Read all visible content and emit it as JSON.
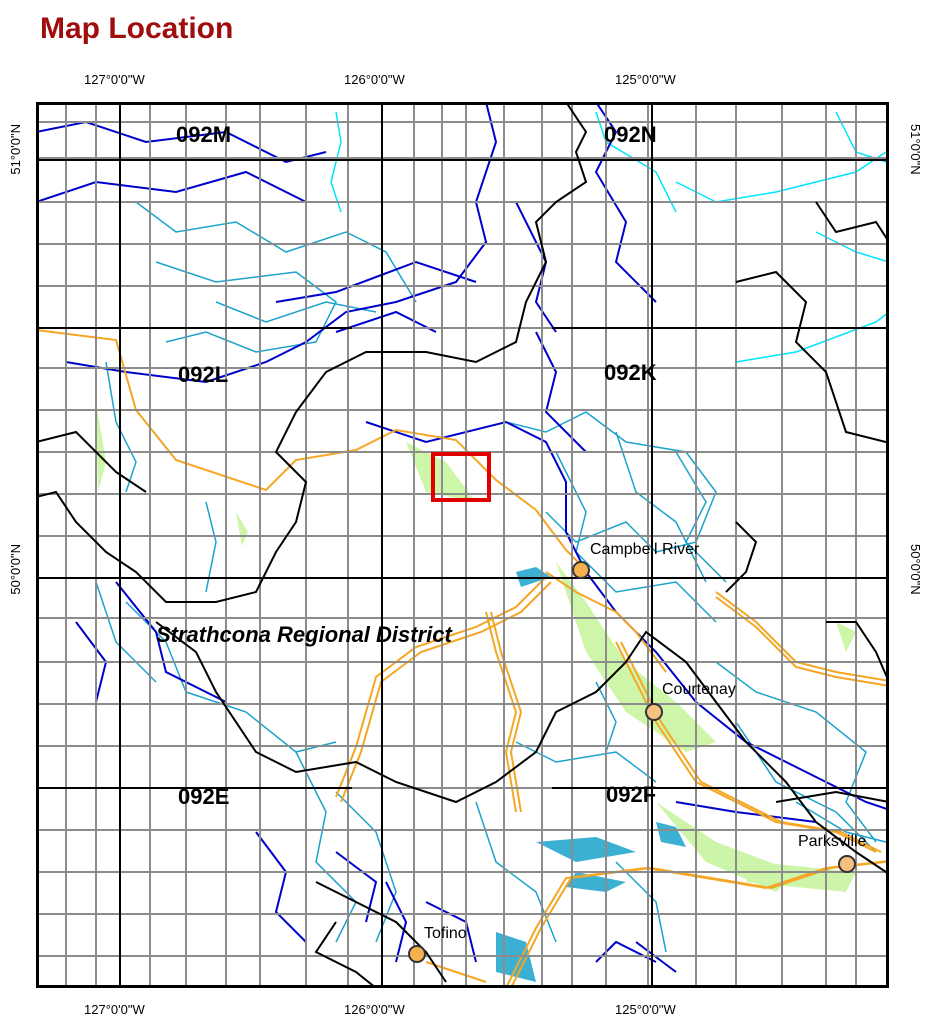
{
  "title": "Map Location",
  "graticule": {
    "top_labels": [
      "127°0'0\"W",
      "126°0'0\"W",
      "125°0'0\"W"
    ],
    "bottom_labels": [
      "127°0'0\"W",
      "126°0'0\"W",
      "125°0'0\"W"
    ],
    "left_labels": [
      "51°0'0\"N",
      "50°0'0\"N"
    ],
    "right_labels": [
      "51°0'0\"N",
      "50°0'0\"N"
    ]
  },
  "sheets": [
    "092M",
    "092N",
    "092L",
    "092K",
    "092E",
    "092F"
  ],
  "district": "Strathcona Regional District",
  "cities": [
    {
      "name": "Campbell River"
    },
    {
      "name": "Courtenay"
    },
    {
      "name": "Parksville"
    },
    {
      "name": "Tofino"
    }
  ],
  "colors": {
    "title": "#a00d0d",
    "grid": "#8c8c8c",
    "rivers_major": "#0000cc",
    "rivers_minor": "#1aa3cc",
    "rivers_light": "#00e5ff",
    "roads": "#f5a623",
    "parks": "#c8f5a0",
    "boundary": "#000000",
    "highlight_box": "#e00000"
  }
}
